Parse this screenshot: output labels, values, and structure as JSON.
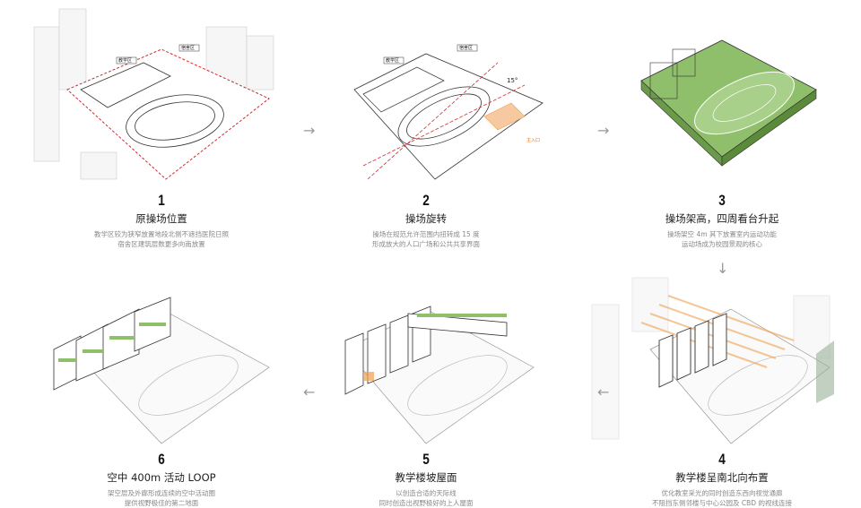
{
  "steps": [
    {
      "number": "1",
      "title": "原操场位置",
      "desc": [
        "教学区较为狭窄放置地段北侧不遮挡医院日照",
        "宿舍区建筑层数更多向南放置"
      ],
      "labels": {
        "teaching": "教学区",
        "dorm": "宿舍区"
      }
    },
    {
      "number": "2",
      "title": "操场旋转",
      "desc": [
        "操场在规范允许范围内扭转成 15 度",
        "形成放大的人口广场和公共共享界面"
      ],
      "labels": {
        "teaching": "教学区",
        "dorm": "宿舍区",
        "angle": "15°",
        "entrance": "主入口"
      }
    },
    {
      "number": "3",
      "title": "操场架高，四周看台升起",
      "desc": [
        "操场架空 4m 其下放置室内运动功能",
        "运动场成为校园景观的核心"
      ]
    },
    {
      "number": "4",
      "title": "教学楼呈南北向布置",
      "desc": [
        "优化教室采光的同时创造东西向视觉通廊",
        "不阻挡东侧邻楼与中心公园及 CBD 的视线连接"
      ]
    },
    {
      "number": "5",
      "title": "教学楼坡屋面",
      "desc": [
        "以创造合适的天际线",
        "同时创造出视野极好的上人屋面"
      ]
    },
    {
      "number": "6",
      "title": "空中 400m 活动 LOOP",
      "desc": [
        "架空层及外廊形成连续的空中活动圈",
        "提供视野极佳的第二地面"
      ]
    }
  ],
  "arrows": {
    "right": "→",
    "down": "↓",
    "left": "←"
  },
  "colors": {
    "red": "#d9272e",
    "green": "#8fbf6a",
    "orange": "#f0a050",
    "line": "#333333"
  }
}
